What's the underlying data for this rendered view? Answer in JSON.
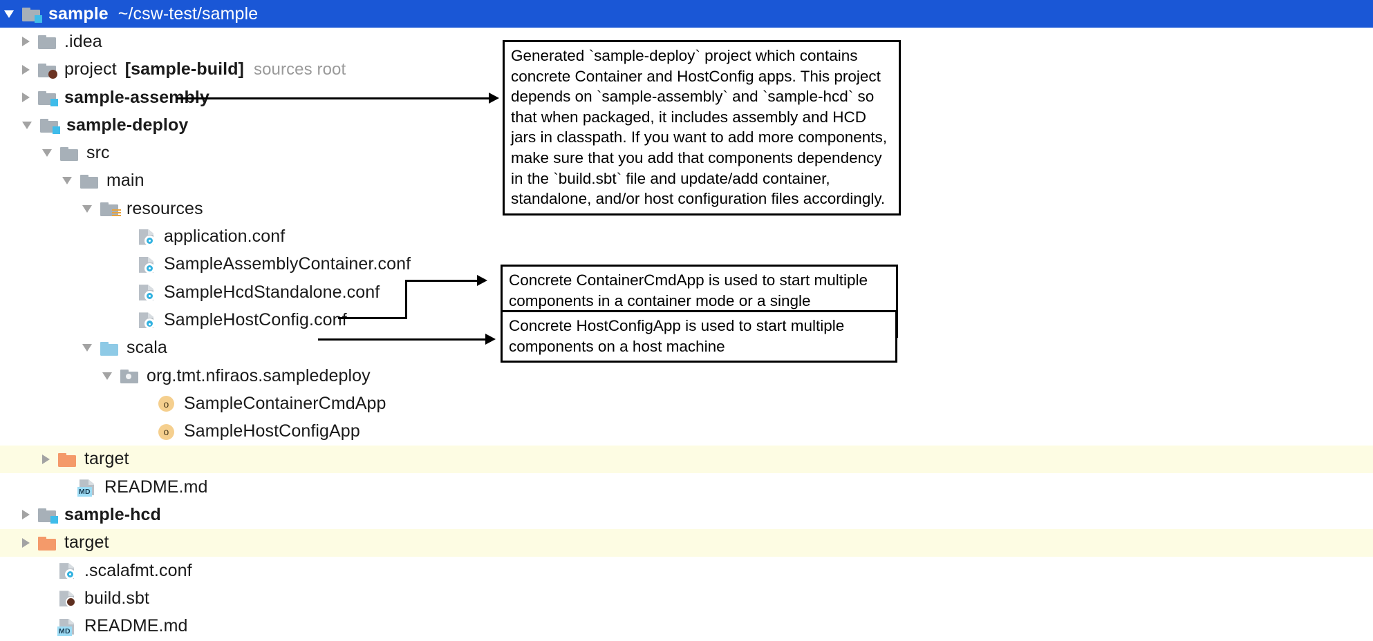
{
  "app": {
    "kind": "project-tree",
    "selection_color": "#1a57d6",
    "excluded_color": "#fdfce3"
  },
  "tree": {
    "root": {
      "label": "sample",
      "path": "~/csw-test/sample"
    },
    "nodes": [
      {
        "label": ".idea",
        "indent": 1,
        "twisty": "closed",
        "icon": "folder-grey",
        "bold": false
      },
      {
        "label": "project",
        "indent": 1,
        "twisty": "closed",
        "icon": "folder-sbt",
        "bold": false,
        "suffix": "[sample-build]",
        "note": "sources root"
      },
      {
        "label": "sample-assembly",
        "indent": 1,
        "twisty": "closed",
        "icon": "folder-module",
        "bold": true
      },
      {
        "label": "sample-deploy",
        "indent": 1,
        "twisty": "open",
        "icon": "folder-module",
        "bold": true
      },
      {
        "label": "src",
        "indent": 2,
        "twisty": "open",
        "icon": "folder-grey",
        "bold": false
      },
      {
        "label": "main",
        "indent": 3,
        "twisty": "open",
        "icon": "folder-grey",
        "bold": false
      },
      {
        "label": "resources",
        "indent": 4,
        "twisty": "open",
        "icon": "folder-resources",
        "bold": false
      },
      {
        "label": "application.conf",
        "indent": 6,
        "twisty": "none",
        "icon": "file-conf",
        "bold": false
      },
      {
        "label": "SampleAssemblyContainer.conf",
        "indent": 6,
        "twisty": "none",
        "icon": "file-conf",
        "bold": false
      },
      {
        "label": "SampleHcdStandalone.conf",
        "indent": 6,
        "twisty": "none",
        "icon": "file-conf",
        "bold": false
      },
      {
        "label": "SampleHostConfig.conf",
        "indent": 6,
        "twisty": "none",
        "icon": "file-conf",
        "bold": false
      },
      {
        "label": "scala",
        "indent": 4,
        "twisty": "open",
        "icon": "folder-source",
        "bold": false
      },
      {
        "label": "org.tmt.nfiraos.sampledeploy",
        "indent": 5,
        "twisty": "open",
        "icon": "folder-package",
        "bold": false
      },
      {
        "label": "SampleContainerCmdApp",
        "indent": 7,
        "twisty": "none",
        "icon": "scala-object",
        "bold": false
      },
      {
        "label": "SampleHostConfigApp",
        "indent": 7,
        "twisty": "none",
        "icon": "scala-object",
        "bold": false
      },
      {
        "label": "target",
        "indent": 3,
        "twisty": "closed",
        "icon": "folder-excluded",
        "bold": false,
        "excluded": true
      },
      {
        "label": "README.md",
        "indent": 4,
        "twisty": "none",
        "icon": "file-markdown",
        "bold": false
      },
      {
        "label": "sample-hcd",
        "indent": 1,
        "twisty": "closed",
        "icon": "folder-module",
        "bold": true
      },
      {
        "label": "target",
        "indent": 1,
        "twisty": "closed",
        "icon": "folder-excluded",
        "bold": false,
        "excluded": true
      },
      {
        "label": ".scalafmt.conf",
        "indent": 2,
        "twisty": "none",
        "icon": "file-conf",
        "bold": false
      },
      {
        "label": "build.sbt",
        "indent": 2,
        "twisty": "none",
        "icon": "file-sbt",
        "bold": false
      },
      {
        "label": "README.md",
        "indent": 2,
        "twisty": "none",
        "icon": "file-markdown",
        "bold": false
      }
    ]
  },
  "annotations": [
    {
      "id": "callout-1",
      "target": "sample-deploy",
      "text": "Generated `sample-deploy` project which contains concrete Container and HostConfig apps.  This project depends on `sample-assembly` and `sample-hcd` so that when packaged, it includes assembly and HCD jars in classpath.  If you want to add more components, make sure that you add that components dependency in the `build.sbt` file and update/add container, standalone, and/or host configuration files accordingly."
    },
    {
      "id": "callout-2",
      "target": "SampleContainerCmdApp",
      "text": "Concrete ContainerCmdApp is used to start multiple components in a container mode or a single component in standalone mode"
    },
    {
      "id": "callout-3",
      "target": "SampleHostConfigApp",
      "text": "Concrete HostConfigApp is used to start multiple components on a host machine"
    }
  ]
}
